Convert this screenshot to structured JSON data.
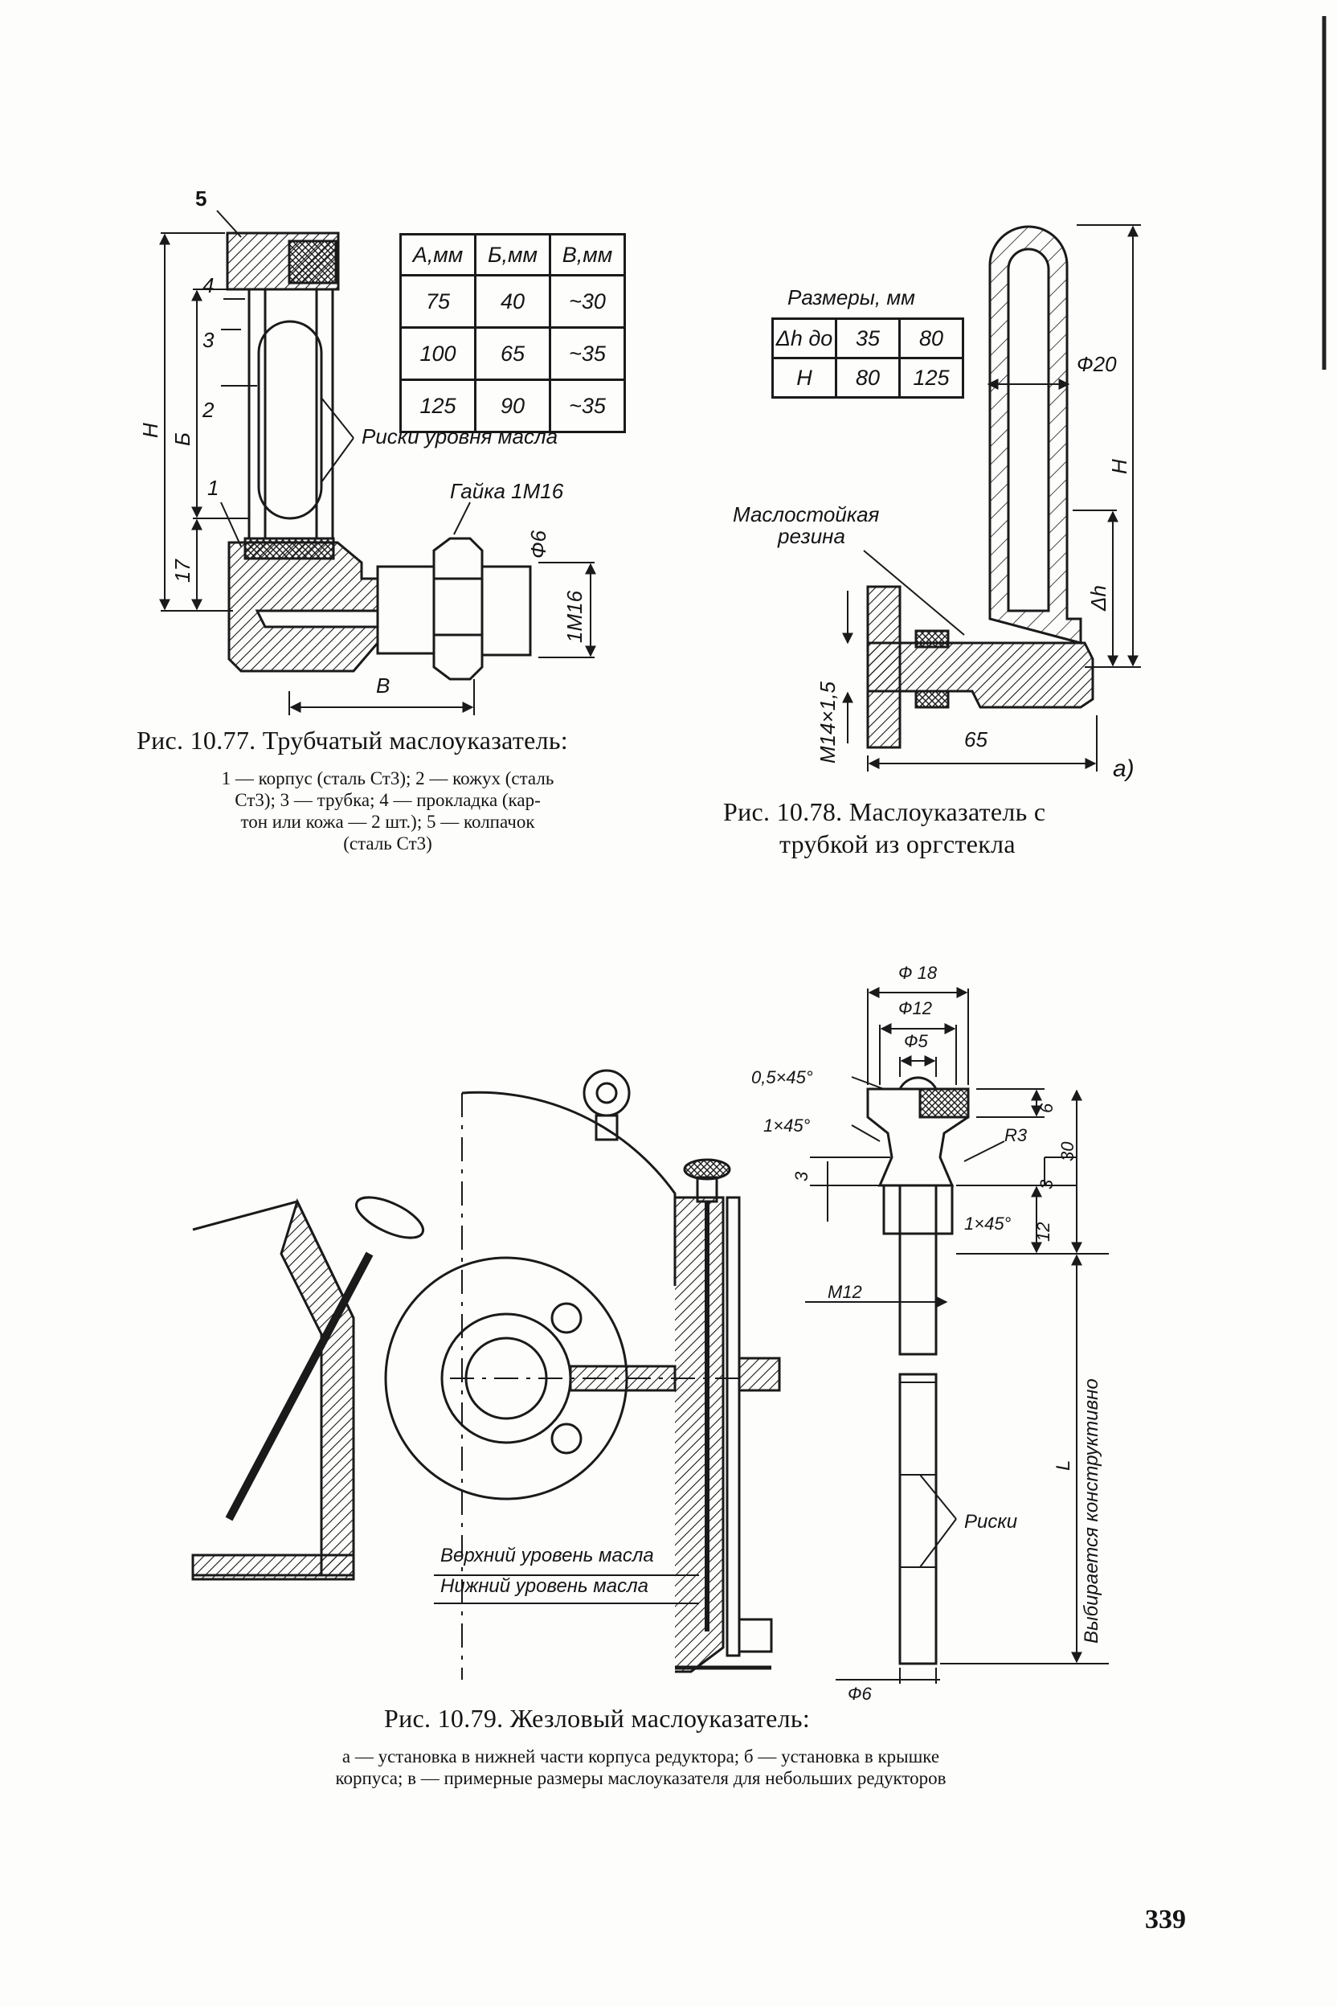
{
  "page_number": "339",
  "fig77": {
    "caption": "Рис. 10.77. Трубчатый маслоуказатель:",
    "legend_line1": "1 — корпус (сталь Ст3); 2 — кожух (сталь",
    "legend_line2": "Ст3); 3 — трубка; 4 — прокладка (кар-",
    "legend_line3": "тон или кожа — 2 шт.); 5 — колпачок",
    "legend_line4": "(сталь Ст3)",
    "table": {
      "headers": [
        "А,мм",
        "Б,мм",
        "В,мм"
      ],
      "rows": [
        [
          "75",
          "40",
          "~30"
        ],
        [
          "100",
          "65",
          "~35"
        ],
        [
          "125",
          "90",
          "~35"
        ]
      ]
    },
    "labels": {
      "n1": "1",
      "n2": "2",
      "n3": "3",
      "n4": "4",
      "n5": "5",
      "H": "Н",
      "B_dim": "Б",
      "d17": "17",
      "V": "В",
      "risks": "Риски уровня масла",
      "nut": "Гайка 1М16",
      "phi6": "Ф6",
      "m16": "1М16"
    }
  },
  "fig78": {
    "caption_line1": "Рис. 10.78. Маслоуказатель с",
    "caption_line2": "трубкой из оргстекла",
    "table_title": "Размеры, мм",
    "table": {
      "rows": [
        [
          "Δh до",
          "35",
          "80"
        ],
        [
          "Н",
          "80",
          "125"
        ]
      ]
    },
    "labels": {
      "phi20": "Ф20",
      "H": "Н",
      "dh": "Δh",
      "rubber1": "Маслостойкая",
      "rubber2": "резина",
      "m14": "М14×1,5",
      "d65": "65",
      "a": "а)"
    }
  },
  "fig79": {
    "caption": "Рис. 10.79. Жезловый маслоуказатель:",
    "legend_line1": "а — установка в нижней части корпуса редуктора; б — установка в крышке",
    "legend_line2": "корпуса; в — примерные размеры маслоуказателя для небольших редукторов",
    "labels": {
      "upper": "Верхний уровень масла",
      "lower": "Нижний уровень масла",
      "phi18": "Ф 18",
      "phi12": "Ф12",
      "phi5": "Ф5",
      "ch05": "0,5×45°",
      "ch1": "1×45°",
      "ch1b": "1×45°",
      "r3": "R3",
      "d3a": "3",
      "d3b": "3",
      "d6": "6",
      "d30": "30",
      "d12": "12",
      "m12": "М12",
      "L": "L",
      "marks": "Риски",
      "phi6": "Ф6",
      "constr": "Выбирается конструктивно"
    }
  }
}
